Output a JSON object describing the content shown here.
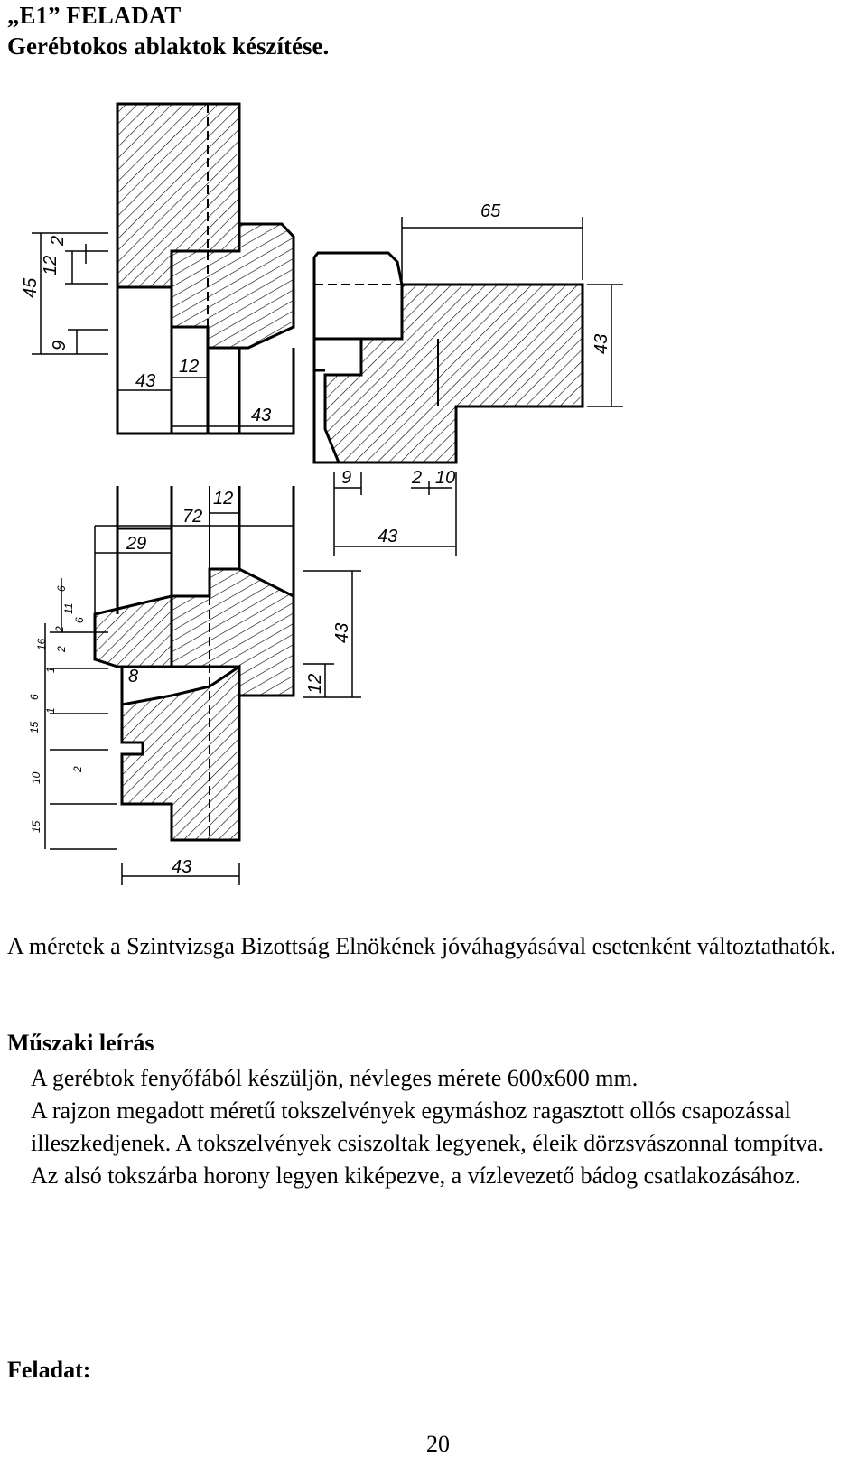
{
  "header": {
    "task_code": "„E1” FELADAT",
    "subtitle": "Gerébtokos ablaktok készítése."
  },
  "drawing": {
    "dimensions": {
      "top_left": [
        "2",
        "12",
        "45",
        "9",
        "12",
        "43",
        "43"
      ],
      "top_right": [
        "65",
        "43",
        "9",
        "2",
        "10",
        "43"
      ],
      "bottom_left": [
        "12",
        "72",
        "29",
        "6",
        "6",
        "11",
        "2",
        "16",
        "2",
        "1",
        "6",
        "1",
        "15",
        "2",
        "10",
        "15",
        "8",
        "43"
      ],
      "bottom_right": [
        "43",
        "12"
      ]
    }
  },
  "note": "A méretek a Szintvizsga Bizottság Elnökének jóváhagyásával esetenként változtathatók.",
  "technical": {
    "heading": "Műszaki leírás",
    "lines": [
      "A gerébtok fenyőfából készüljön, névleges mérete 600x600 mm.",
      "A rajzon megadott méretű tokszelvények egymáshoz ragasztott ollós csapozással illeszkedjenek. A tokszelvények csiszoltak legyenek, éleik dörzsvászonnal tompítva.",
      "Az alsó tokszárba horony legyen kiképezve, a vízlevezető bádog csatlakozásához."
    ]
  },
  "task_label": "Feladat:",
  "page_number": "20"
}
